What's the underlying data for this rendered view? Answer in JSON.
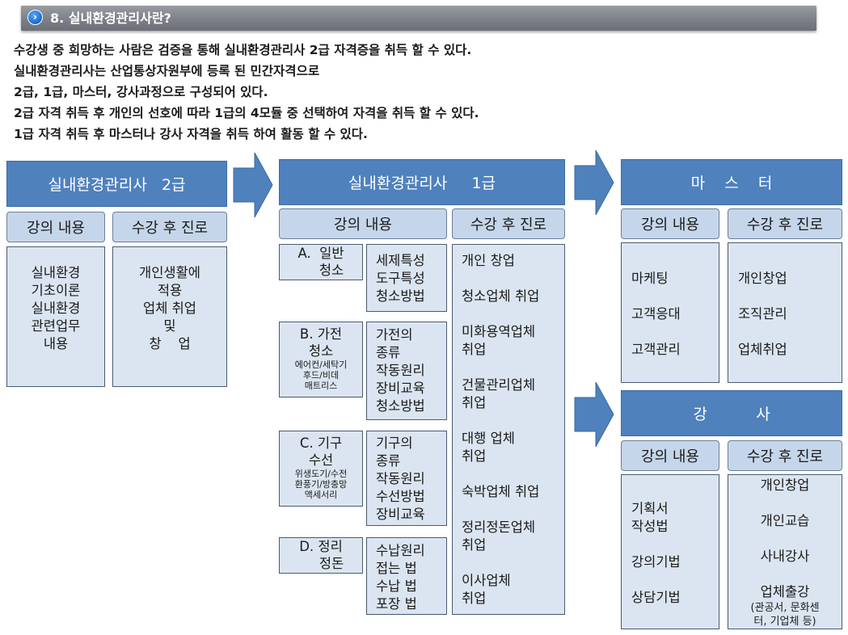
{
  "title": {
    "number_icon": "chevron-right-icon",
    "text": "8. 실내환경관리사란?"
  },
  "intro": [
    "수강생 중 희망하는 사람은 검증을 통해 실내환경관리사 2급 자격증을 취득 할 수 있다.",
    "실내환경관리사는 산업통상자원부에 등록 된 민간자격으로",
    "2급, 1급, 마스터, 강사과정으로 구성되어 있다.",
    "2급 자격 취득 후 개인의 선호에 따라 1급의 4모듈 중 선택하여 자격을 취득 할 수 있다.",
    "1급 자격 취득 후 마스터나 강사 자격을 취득 하여 활동 할 수 있다."
  ],
  "colors": {
    "header_blue": "#4f81bd",
    "sub_header": "#c6d6ea",
    "content_box": "#dbe5f1"
  },
  "level2": {
    "header": "실내환경관리사   2급",
    "lecture_label": "강의 내용",
    "career_label": "수강 후 진로",
    "lecture": [
      "실내환경",
      "기초이론",
      "",
      "실내환경",
      "관련업무",
      "내용"
    ],
    "career": [
      "개인생활에",
      "적용",
      "",
      "업체 취업",
      "및",
      "창    업"
    ]
  },
  "level1": {
    "header": "실내환경관리사     1급",
    "lecture_label": "강의 내용",
    "career_label": "수강 후 진로",
    "modules": [
      {
        "name": [
          "A.  일반",
          "청소"
        ],
        "detail": [],
        "content": [
          "세제특성",
          "도구특성",
          "청소방법"
        ]
      },
      {
        "name": [
          "B. 가전",
          "청소"
        ],
        "detail": [
          "에어컨/세탁기",
          "후드/비데",
          "매트리스"
        ],
        "content": [
          "가전의",
          "종류",
          "작동원리",
          "장비교육",
          "청소방법"
        ]
      },
      {
        "name": [
          "C. 기구",
          "수선"
        ],
        "detail": [
          "위생도기/수전",
          "환풍기/방충망",
          "액세서리"
        ],
        "content": [
          "기구의",
          "종류",
          "작동원리",
          "수선방법",
          "장비교육"
        ]
      },
      {
        "name": [
          "D. 정리",
          "정돈"
        ],
        "detail": [],
        "content": [
          "수납원리",
          "접는 법",
          "수납 법",
          "포장 법"
        ]
      }
    ],
    "career": [
      "개인 창업",
      "청소업체 취업",
      "미화용역업체",
      "취업",
      "건물관리업체",
      "취업",
      "대행 업체",
      "취업",
      "숙박업체 취업",
      "정리정돈업체",
      "취업",
      "이사업체",
      "취업"
    ]
  },
  "master": {
    "header": "마    스    터",
    "lecture_label": "강의 내용",
    "career_label": "수강 후 진로",
    "lecture": [
      "마케팅",
      "고객응대",
      "고객관리"
    ],
    "career": [
      "개인창업",
      "조직관리",
      "업체취업"
    ]
  },
  "instructor": {
    "header": "강          사",
    "lecture_label": "강의 내용",
    "career_label": "수강 후 진로",
    "lecture": [
      "기획서",
      "작성법",
      "강의기법",
      "상담기법"
    ],
    "career": [
      "개인창업",
      "개인교습",
      "사내강사",
      "업체출강",
      "(관공서, 문화센",
      "터, 기업체 등)"
    ]
  }
}
